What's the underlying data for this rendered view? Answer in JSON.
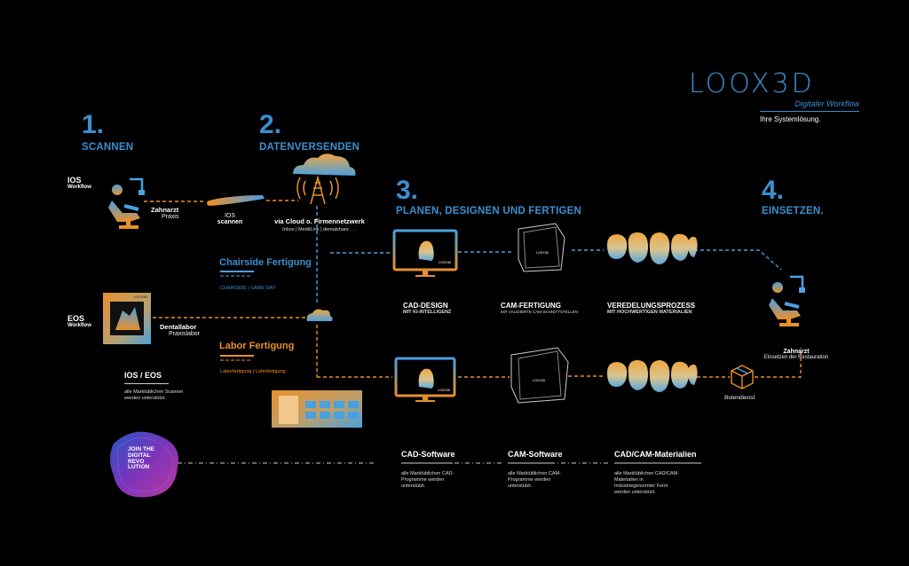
{
  "logo": {
    "text": "LOOX3D",
    "subtitle": "Digitaler Workflow",
    "tagline": "Ihre Systemlösung."
  },
  "steps": [
    {
      "number": "1.",
      "title": "SCANNEN"
    },
    {
      "number": "2.",
      "title": "DATENVERSENDEN"
    },
    {
      "number": "3.",
      "title": "PLANEN, DESIGNEN UND FERTIGEN"
    },
    {
      "number": "4.",
      "title": "EINSETZEN."
    }
  ],
  "ios": {
    "label": "IOS",
    "sub": "Workflow",
    "role": "Zahnarzt",
    "place": "Praxis",
    "scanner": "IOS",
    "scanner_sub": "scannen"
  },
  "eos": {
    "label": "EOS",
    "sub": "Workflow",
    "role": "Dentallabor",
    "place": "Praxislabor",
    "screen_logo": "LOOX3D"
  },
  "cloud": {
    "title": "via Cloud o. Firmennetzwerk",
    "sub": "Inbox | MeditLink | dentalshare . . ."
  },
  "chairside": {
    "title": "Chairside Fertigung",
    "sub": "CHAIRSIDE | SAME DAY"
  },
  "labor": {
    "title": "Labor Fertigung",
    "sub": "Laborfertigung | Lohnfertigung"
  },
  "cad": {
    "title": "CAD-DESIGN",
    "sub": "MIT KI-INTELLIGENZ",
    "screen_logo": "LOOX3D"
  },
  "cam": {
    "title": "CAM-FERTIGUNG",
    "sub": "MIT VALIDIERTE CAM-SCHNITTSTELLEN",
    "machine_logo": "LOOX3D"
  },
  "veredelung": {
    "title": "VEREDELUNGSPROZESS",
    "sub": "MIT HOCHWERTIGEN MATERIALIEN"
  },
  "einsetzen": {
    "role": "Zahnarzt",
    "sub": "Einsetzen der Restauration"
  },
  "botendienst": "Botendienst",
  "ios_eos": {
    "title": "IOS / EOS",
    "desc": "alle Marktüblichen Scanner werden unterstützt."
  },
  "badge": {
    "text": "JOIN THE DIGITAL REVO LUTION"
  },
  "software": [
    {
      "title": "CAD-Software",
      "desc": "alle Marktüblichen CAD-Programme werden unterstützt."
    },
    {
      "title": "CAM-Software",
      "desc": "alle Marktüblichen CAM-Programme werden unterstützt."
    },
    {
      "title": "CAD/CAM-Materialien",
      "desc": "alle Marktüblichen CAD/CAM-Materialien in Industriegenormter Form werden unterstützt."
    }
  ],
  "colors": {
    "blue": "#3a8fd0",
    "orange": "#e8902c",
    "background": "#000000"
  }
}
